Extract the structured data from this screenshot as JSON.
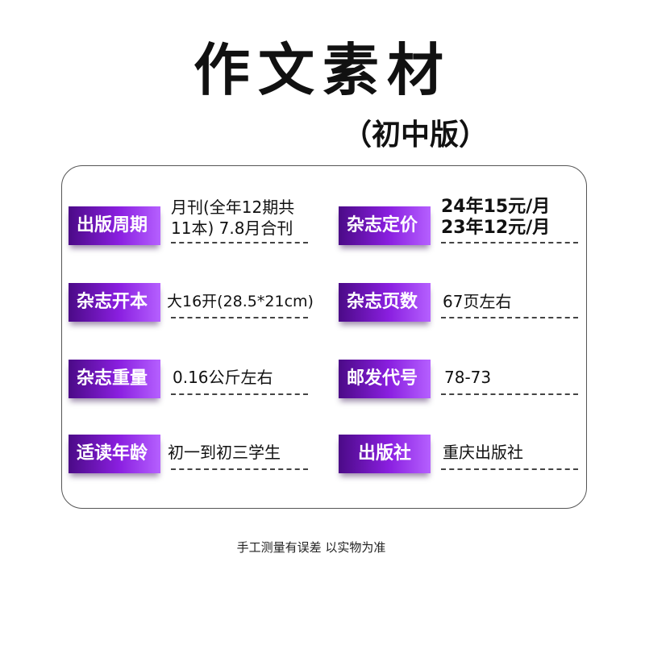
{
  "title": "作文素材",
  "subtitle": "（初中版）",
  "fields": [
    {
      "label": "出版周期",
      "value_lines": [
        "月刊(全年12期共",
        "11本) 7.8月合刊"
      ]
    },
    {
      "label": "杂志定价",
      "value_lines": [
        "24年15元/月",
        "23年12元/月"
      ]
    },
    {
      "label": "杂志开本",
      "value_lines": [
        "大16开(28.5*21cm)"
      ]
    },
    {
      "label": "杂志页数",
      "value_lines": [
        "67页左右"
      ]
    },
    {
      "label": "杂志重量",
      "value_lines": [
        "0.16公斤左右"
      ]
    },
    {
      "label": "邮发代号",
      "value_lines": [
        "78-73"
      ]
    },
    {
      "label": "适读年龄",
      "value_lines": [
        "初一到初三学生"
      ]
    },
    {
      "label": "出版社",
      "value_lines": [
        "重庆出版社"
      ]
    }
  ],
  "footer": "手工测量有误差  以实物为准"
}
